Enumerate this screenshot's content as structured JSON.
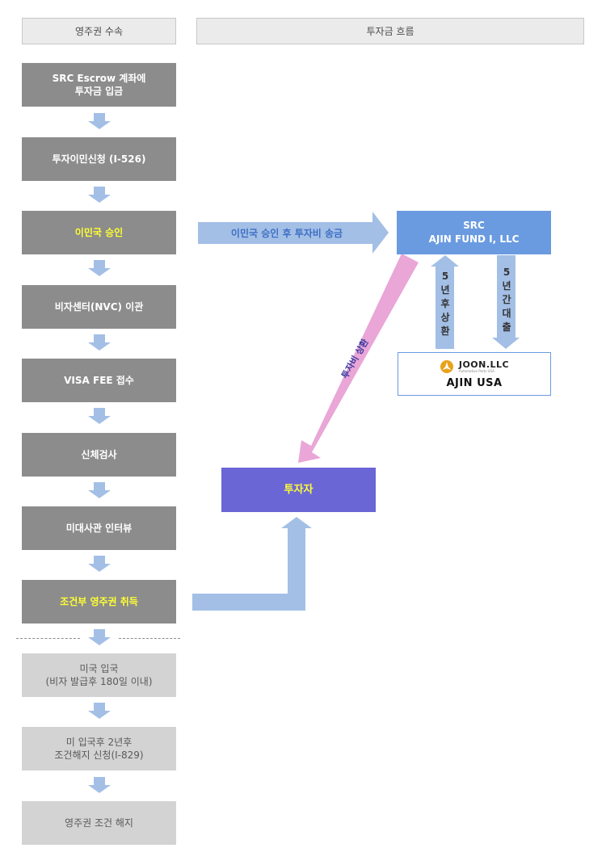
{
  "headers": {
    "left": "영주권 수속",
    "right": "투자금 흐름"
  },
  "steps": [
    {
      "lines": [
        "SRC Escrow 계좌에",
        "투자금 입금"
      ]
    },
    {
      "lines": [
        "투자이민신청 (I-526)"
      ]
    },
    {
      "lines": [
        "이민국 승인"
      ]
    },
    {
      "lines": [
        "비자센터(NVC) 이관"
      ]
    },
    {
      "lines": [
        "VISA FEE 접수"
      ]
    },
    {
      "lines": [
        "신체검사"
      ]
    },
    {
      "lines": [
        "미대사관 인터뷰"
      ]
    },
    {
      "lines": [
        "조건부 영주권 취득"
      ]
    },
    {
      "lines": [
        "미국 입국",
        "(비자 발급후 180일 이내)"
      ]
    },
    {
      "lines": [
        "미 입국후 2년후",
        "조건해지 신청(I-829)"
      ]
    },
    {
      "lines": [
        "영주권 조건 해지"
      ]
    }
  ],
  "flow": {
    "approval_arrow_label": "이민국 승인 후 투자비 송금",
    "src_box": [
      "SRC",
      "AJIN FUND I, LLC"
    ],
    "repay_up_label": "5년후상환",
    "loan_down_label": "5년간대출",
    "joon_logo_text": "JOON.LLC",
    "joon_logo_subtext": "Automotive Parts USA",
    "ajin_label": "AJIN USA",
    "repay_diag_label": "투자비 상환",
    "investor_label": "투자자"
  },
  "colors": {
    "step_dark": "#8c8c8c",
    "step_light": "#d3d3d3",
    "highlight_text": "#ffff33",
    "arrow_blue": "#a3bfe6",
    "src_blue": "#6a9be0",
    "investor_purple": "#6b66d6",
    "repay_pink": "#e9a6d7",
    "approval_text": "#3d6fc4"
  }
}
